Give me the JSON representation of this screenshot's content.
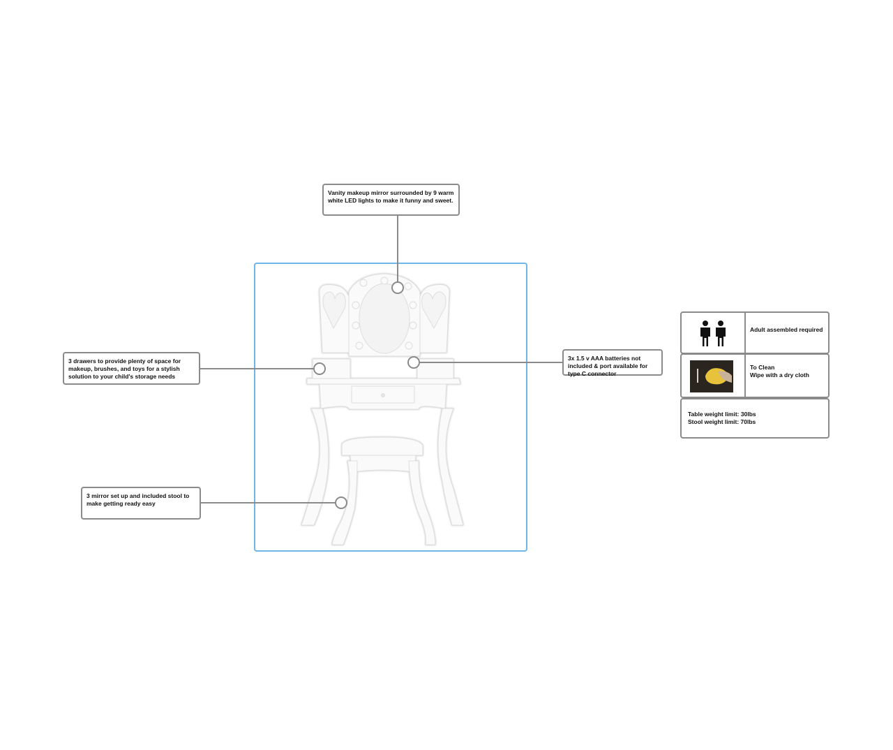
{
  "callouts": {
    "mirror": "Vanity makeup mirror surrounded by 9 warm white LED lights to make it funny and sweet.",
    "drawers": "3 drawers to provide plenty of space for makeup, brushes, and toys for a stylish solution to your child's storage needs",
    "batteries": "3x 1.5 v AAA batteries not included & port available for type C connector",
    "stool": "3 mirror set up and included stool to make getting ready easy"
  },
  "info": {
    "assembly": "Adult assembled required",
    "clean_title": "To Clean",
    "clean_text": "Wipe with a dry cloth",
    "table_limit": "Table weight limit: 30lbs",
    "stool_limit": "Stool weight limit: 70lbs"
  },
  "icons": {
    "assembly": "two-people-icon",
    "clean": "cloth-wipe-icon"
  },
  "colors": {
    "frame_border": "#6fb6e6",
    "callout_border": "#8a8a8a",
    "cloth": "#e8c23a"
  }
}
